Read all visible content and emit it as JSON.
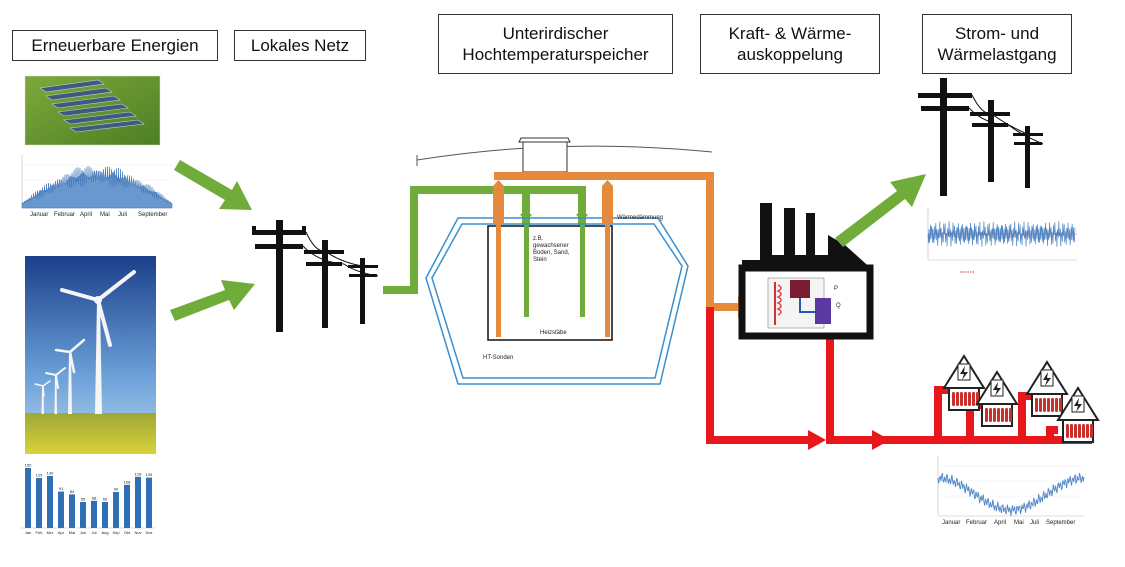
{
  "headers": {
    "renewables": "Erneuerbare Energien",
    "local_grid": "Lokales Netz",
    "storage": "Unterirdischer\nHochtemperaturspeicher",
    "chp": "Kraft- & Wärme-\nauskoppelung",
    "load": "Strom- und\nWärmelastgang"
  },
  "storage_labels": {
    "soil": "z.B.\ngewachsener\nBoden, Sand,\nStein",
    "insulation": "Wärmedämmung",
    "heating_rods": "Heizstäbe",
    "probes": "HT-Sonden"
  },
  "wind_bar_chart": {
    "categories": [
      "Jan",
      "Feb",
      "Mrz",
      "Apr",
      "Mai",
      "Jun",
      "Jul",
      "Aug",
      "Sep",
      "Okt",
      "Nov",
      "Dez"
    ],
    "values": [
      150,
      125,
      130,
      91,
      84,
      65,
      68,
      65,
      90,
      108,
      128,
      126
    ]
  },
  "colors": {
    "green_arrow": "#6fac3a",
    "orange_pipe": "#e58a3c",
    "red_pipe": "#e8171b",
    "insulation_blue": "#3a8fd0",
    "chart_blue": "#4f86c6",
    "bar_blue": "#2e6fb5"
  }
}
